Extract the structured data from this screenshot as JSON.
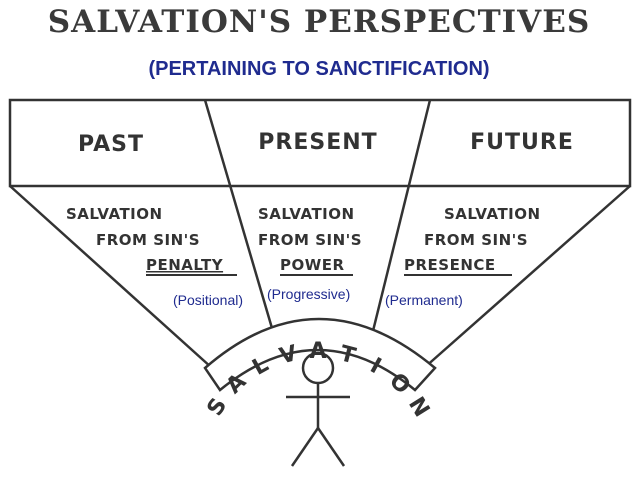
{
  "title": "SALVATION'S PERSPECTIVES",
  "subtitle": "(PERTAINING TO SANCTIFICATION)",
  "columns": [
    {
      "header": "PAST",
      "line1": "SALVATION",
      "line2": "FROM SIN'S",
      "line3": "PENALTY",
      "note": "(Positional)"
    },
    {
      "header": "PRESENT",
      "line1": "SALVATION",
      "line2": "FROM SIN'S",
      "line3": "POWER",
      "note": "(Progressive)"
    },
    {
      "header": "FUTURE",
      "line1": "SALVATION",
      "line2": "FROM SIN'S",
      "line3": "PRESENCE",
      "note": "(Permanent)"
    }
  ],
  "arc_letters": [
    "S",
    "A",
    "L",
    "V",
    "A",
    "T",
    "I",
    "O",
    "N"
  ]
}
